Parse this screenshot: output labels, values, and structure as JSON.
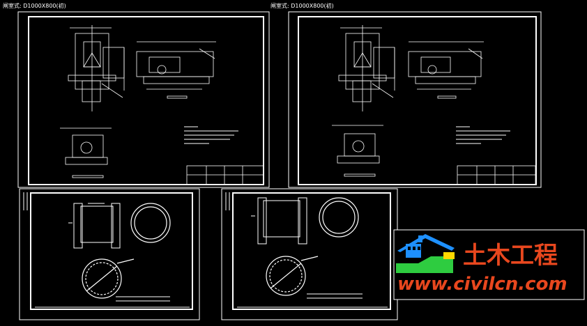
{
  "captions": {
    "left": "闸室式: D1000X800(初)",
    "right": "闸室式: D1000X800(初)"
  },
  "watermark": {
    "brand_cn": "土木工程",
    "url": "www.civilcn.com"
  },
  "colors": {
    "background": "#000000",
    "frame": "#ffffff",
    "watermark_text": "#e8471e",
    "house_blue": "#1e90ff",
    "house_green": "#2ecc40"
  }
}
